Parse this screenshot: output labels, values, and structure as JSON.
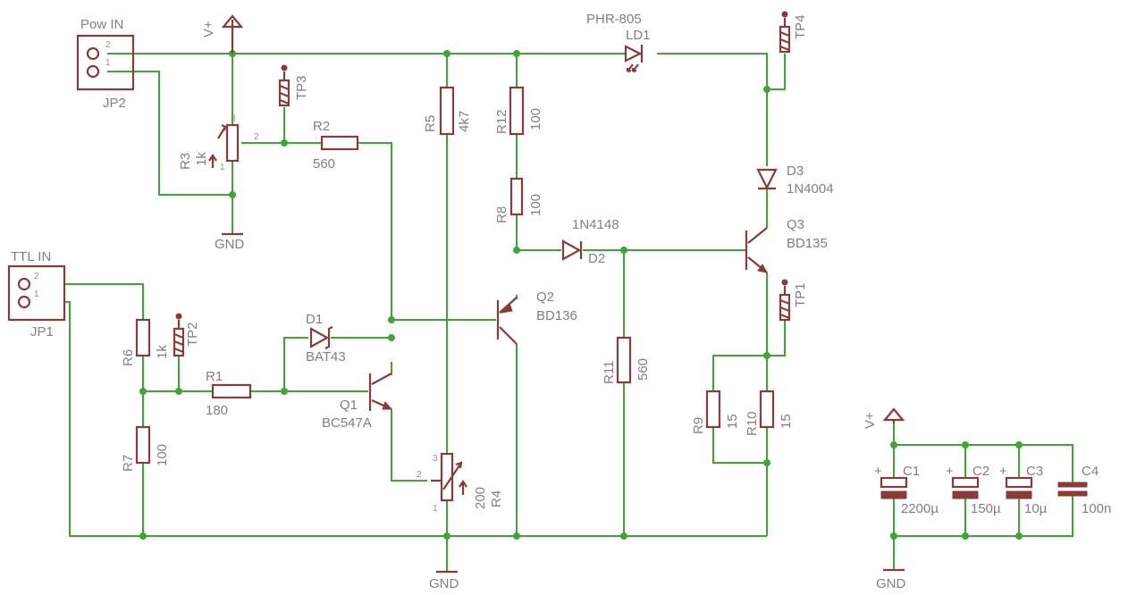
{
  "labels": {
    "pow_in": "Pow IN",
    "jp2": "JP2",
    "ttl_in": "TTL IN",
    "jp1": "JP1",
    "vplus_top": "V+",
    "gnd_r3": "GND",
    "gnd_bottom": "GND",
    "vplus_caps": "V+",
    "gnd_caps": "GND",
    "r3": "R3",
    "r3_val": "1k",
    "tp3": "TP3",
    "r2": "R2",
    "r2_val": "560",
    "r5": "R5",
    "r5_val": "4k7",
    "r12": "R12",
    "r12_val": "100",
    "r8": "R8",
    "r8_val": "100",
    "ld1_part": "PHR-805",
    "ld1": "LD1",
    "tp4": "TP4",
    "d3": "D3",
    "d3_val": "1N4004",
    "q3": "Q3",
    "q3_val": "BD135",
    "d2_val": "1N4148",
    "d2": "D2",
    "q2": "Q2",
    "q2_val": "BD136",
    "tp1": "TP1",
    "r11": "R11",
    "r11_val": "560",
    "r9": "R9",
    "r9_val": "15",
    "r10": "R10",
    "r10_val": "15",
    "d1": "D1",
    "d1_val": "BAT43",
    "q1": "Q1",
    "q1_val": "BC547A",
    "r1": "R1",
    "r1_val": "180",
    "r6": "R6",
    "r6_val": "1k",
    "tp2": "TP2",
    "r7": "R7",
    "r7_val": "100",
    "r4": "R4",
    "r4_val": "200",
    "c1": "C1",
    "c1_val": "2200µ",
    "c2": "C2",
    "c2_val": "150µ",
    "c3": "C3",
    "c3_val": "10µ",
    "c4": "C4",
    "c4_val": "100n"
  },
  "pins": {
    "one": "1",
    "two": "2",
    "three": "3"
  }
}
